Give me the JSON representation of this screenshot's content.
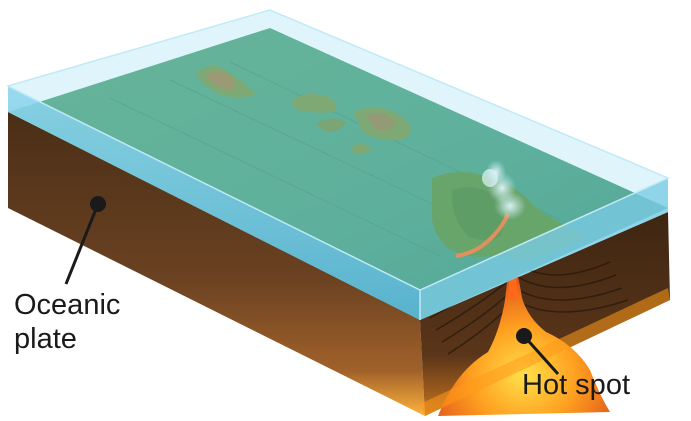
{
  "labels": {
    "oceanic_plate_line1": "Oceanic",
    "oceanic_plate_line2": "plate",
    "hot_spot": "Hot spot"
  },
  "colors": {
    "water_top": "#8fd0dc",
    "water_edge": "#6ec4e0",
    "sea_floor": "#3f9a74",
    "crust_brown": "#6b4222",
    "crust_dark": "#3e2612",
    "magma_orange": "#ff8a1a",
    "magma_yellow": "#ffd23a",
    "island_green": "#5a8f3a",
    "steam": "#e8f2f4"
  }
}
